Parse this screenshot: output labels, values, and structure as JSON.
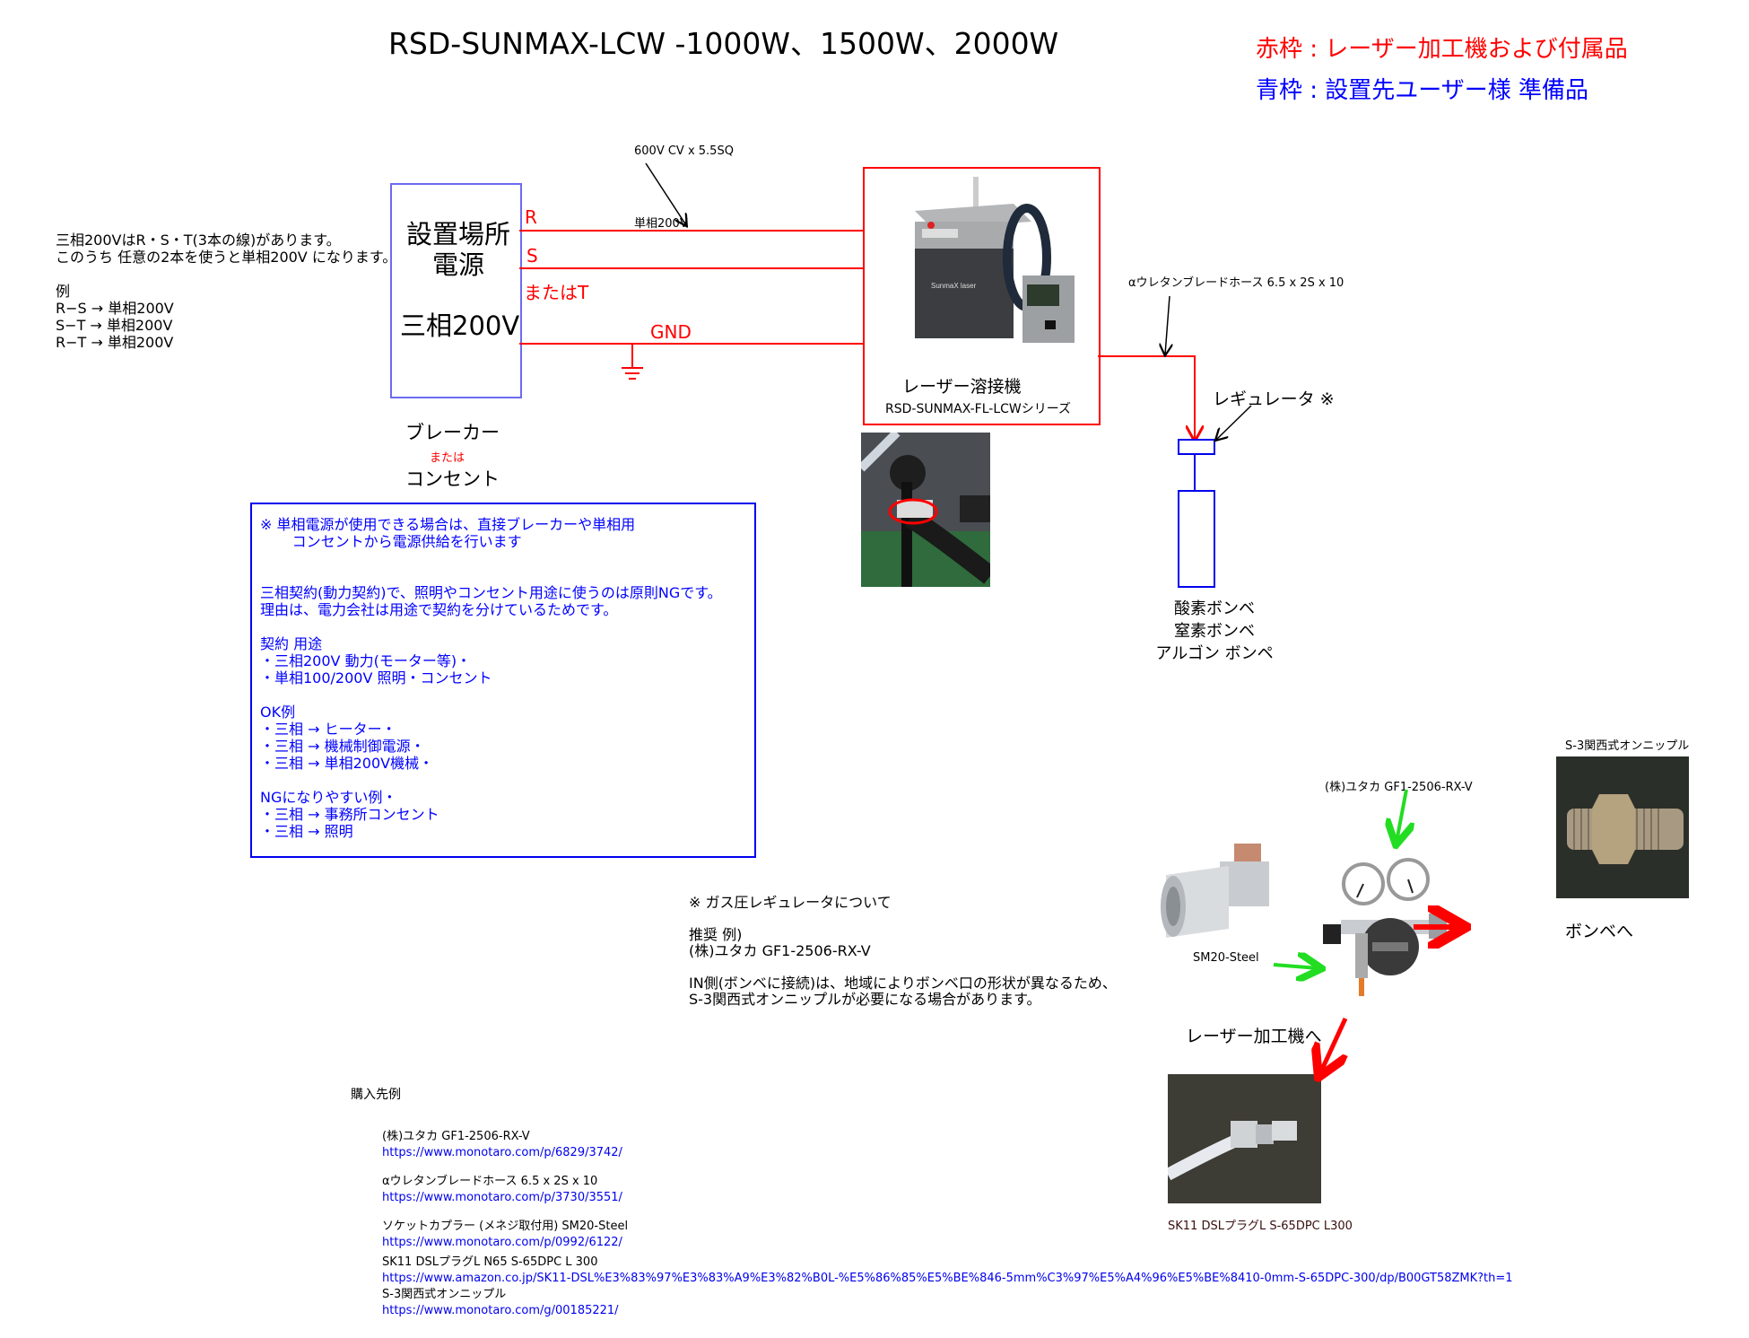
{
  "title": "RSD-SUNMAX-LCW -1000W、1500W、2000W",
  "legend": {
    "red_frame": "赤枠 : レーザー加工機および付属品",
    "blue_frame": "青枠 : 設置先ユーザー様 準備品",
    "red_color": "#ff0000",
    "blue_color": "#0000ff"
  },
  "explanation": {
    "lines": [
      "三相200VはR・S・T(3本の線)があります。",
      "このうち 任意の2本を使うと単相200V になります。",
      "",
      "例",
      "R−S → 単相200V",
      "S−T → 単相200V",
      "R−T → 単相200V"
    ]
  },
  "power_source": {
    "label_line1": "設置場所",
    "label_line2": "電源",
    "voltage": "三相200V",
    "breaker": "ブレーカー",
    "or": "または",
    "outlet": "コンセント"
  },
  "wires": {
    "cable_spec": "600V CV x 5.5SQ",
    "single_phase": "単相200V",
    "r": "R",
    "s": "S",
    "or_t": "またはT",
    "gnd": "GND"
  },
  "machine": {
    "name": "レーザー溶接機",
    "series": "RSD-SUNMAX-FL-LCWシリーズ",
    "photo_icon": "laser-welder-photo"
  },
  "gas": {
    "hose_spec": "αウレタンブレードホース  6.5 x 2S x 10",
    "regulator": "レギュレータ ※",
    "cylinders": [
      "酸素ボンベ",
      "窒素ボンベ",
      "アルゴン ボンペ"
    ]
  },
  "note_box": {
    "lines": [
      "※  単相電源が使用できる場合は、直接ブレーカーや単相用",
      "       コンセントから電源供給を行います",
      "",
      "",
      "三相契約(動力契約)で、照明やコンセント用途に使うのは原則NGです。",
      "理由は、電力会社は用途で契約を分けているためです。",
      "",
      "契約 用途",
      "・三相200V 動力(モーター等)・",
      "・単相100/200V 照明・コンセント",
      "",
      "OK例",
      "・三相 → ヒーター・",
      "・三相 → 機械制御電源・",
      "・三相 → 単相200V機械・",
      "",
      "NGになりやすい例・",
      "・三相 → 事務所コンセント",
      "・三相 → 照明"
    ]
  },
  "gas_regulator_note": {
    "lines": [
      "※  ガス圧レギュレータについて",
      "",
      "推奨 例)",
      "(株)ユタカ GF1-2506-RX-V",
      "",
      "IN側(ボンベに接続)は、地域によりボンベ口の形状が異なるため、",
      "S-3関西式オンニップルが必要になる場合があります。"
    ]
  },
  "parts": {
    "yutaka_label": "(株)ユタカ GF1-2506-RX-V",
    "sm20_label": "SM20-Steel",
    "nipple_label": "S-3関西式オンニップル",
    "to_cylinder": "ボンベへ",
    "to_laser": "レーザー加工機へ",
    "plug_label": "SK11 DSLプラグL S-65DPC L300"
  },
  "purchase": {
    "title": "購入先例",
    "items": [
      {
        "name": "(株)ユタカ GF1-2506-RX-V",
        "url": "https://www.monotaro.com/p/6829/3742/"
      },
      {
        "name": "αウレタンブレードホース  6.5 x 2S x 10",
        "url": "https://www.monotaro.com/p/3730/3551/"
      },
      {
        "name": "ソケットカプラー (メネジ取付用) SM20-Steel",
        "url": "https://www.monotaro.com/p/0992/6122/"
      },
      {
        "name": "SK11 DSLプラグL N65 S-65DPC L 300",
        "url": "https://www.amazon.co.jp/SK11-DSL%E3%83%97%E3%83%A9%E3%82%B0L-%E5%86%85%E5%BE%846-5mm%C3%97%E5%A4%96%E5%BE%8410-0mm-S-65DPC-300/dp/B00GT58ZMK?th=1"
      },
      {
        "name": "S-3関西式オンニップル",
        "url": "https://www.monotaro.com/g/00185221/"
      }
    ]
  }
}
